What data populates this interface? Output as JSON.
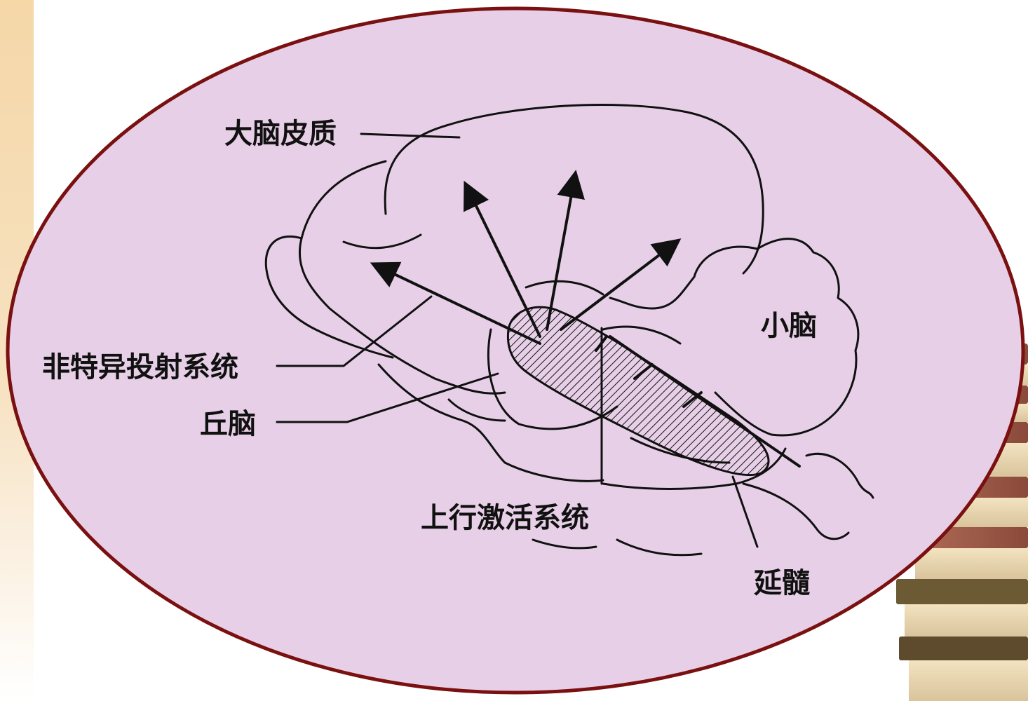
{
  "colors": {
    "oval_fill": "#e7d0e7",
    "oval_border": "#7a1010",
    "ink": "#111111",
    "side_strip": "#f5d7a8",
    "books_cover": "#b0705a"
  },
  "diagram": {
    "labels": {
      "cerebral_cortex": "大脑皮质",
      "nonspecific_projection": "非特异投射系统",
      "thalamus": "丘脑",
      "ascending_activating": "上行激活系统",
      "cerebellum": "小脑",
      "medulla": "延髓"
    }
  },
  "decoration": {
    "books_icon": "book-stack-icon"
  }
}
